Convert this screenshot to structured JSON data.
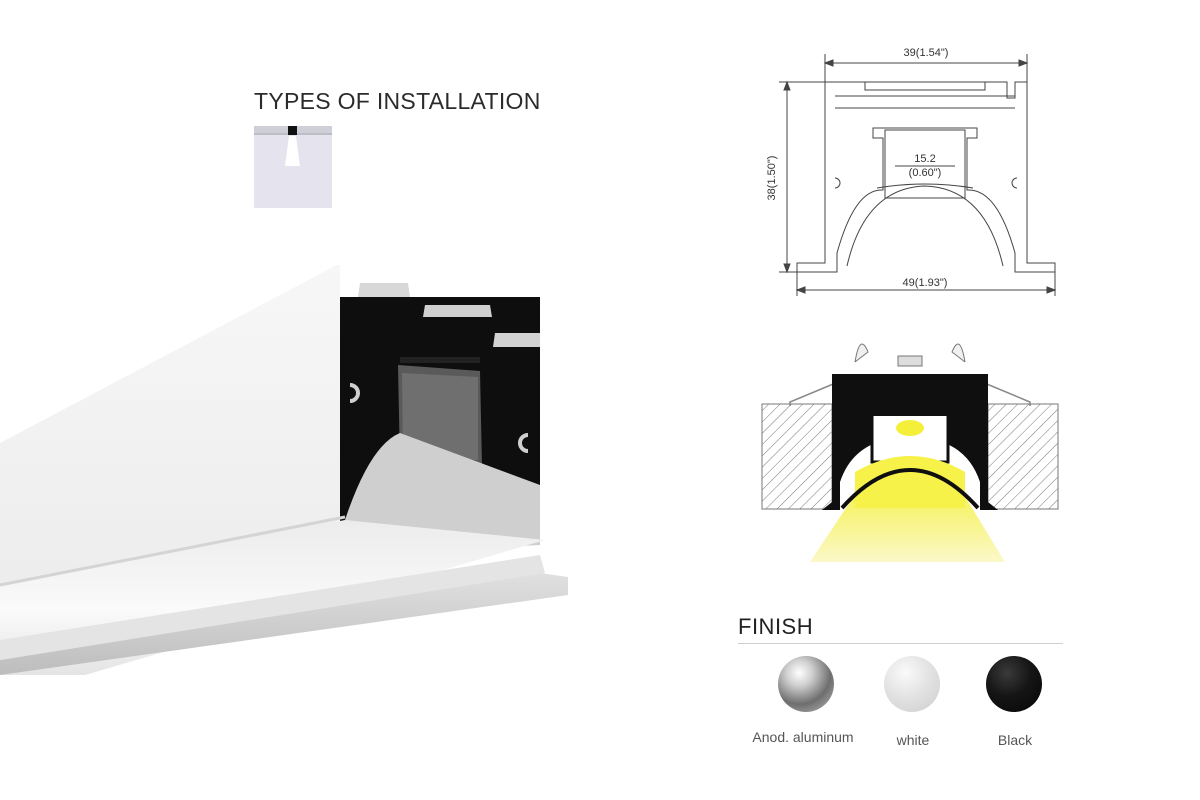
{
  "installation": {
    "title": "TYPES OF INSTALLATION"
  },
  "drawing": {
    "top_width": "39(1.54\")",
    "height": "38(1.50\")",
    "diffuser_width_mm": "15.2",
    "diffuser_width_in": "(0.60\")",
    "bottom_width": "49(1.93\")"
  },
  "finish": {
    "title": "FINISH",
    "options": [
      {
        "label": "Anod. aluminum",
        "color": "#9a9a9a"
      },
      {
        "label": "white",
        "color": "#e6e6e6"
      },
      {
        "label": "Black",
        "color": "#111111"
      }
    ]
  },
  "colors": {
    "light_beam": "#f4f03a",
    "profile_dark": "#111111",
    "diffuser": "#f2f2f2"
  }
}
